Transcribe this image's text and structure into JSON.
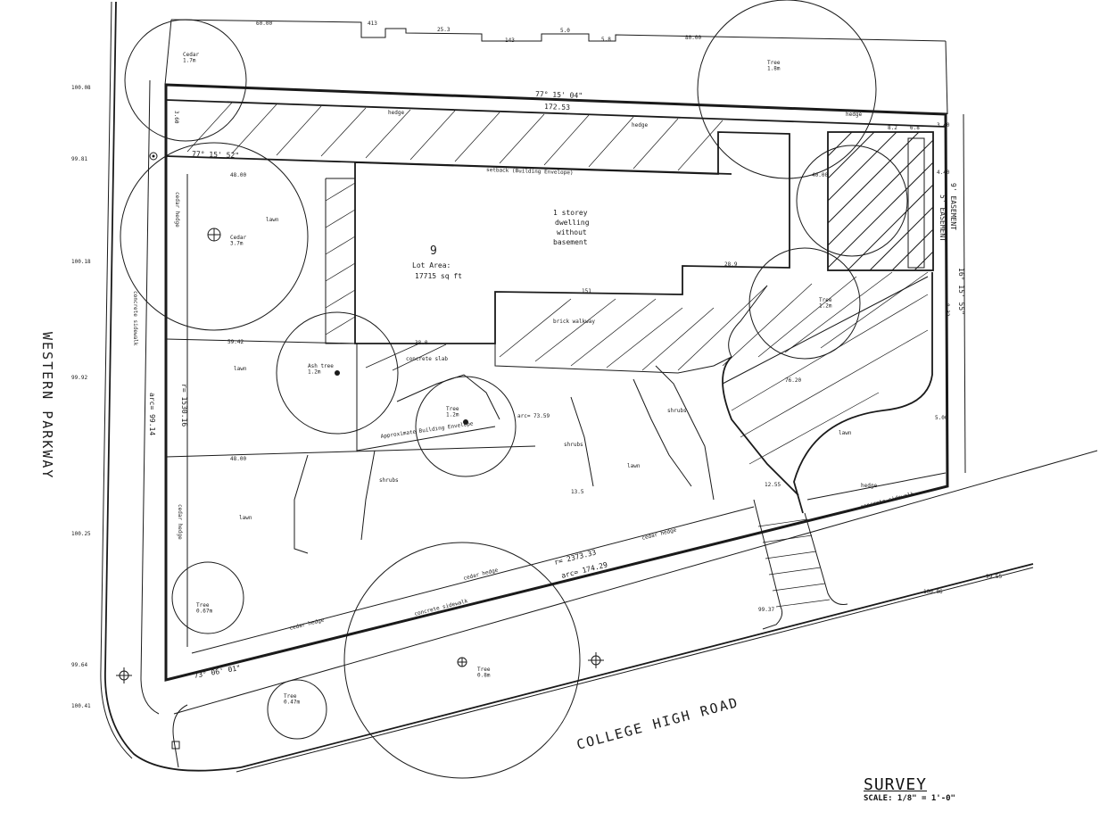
{
  "streets": {
    "west": "WESTERN PARKWAY",
    "south": "COLLEGE HIGH ROAD"
  },
  "title_block": {
    "title": "SURVEY",
    "scale": "SCALE: 1/8\" = 1'-0\""
  },
  "lot": {
    "number": "9",
    "area_label": "Lot Area:",
    "area_value": "17715 sq ft",
    "building_envelope": "Approximate Building Envelope",
    "envelope_note": "setback (Building Envelope)"
  },
  "dwelling": {
    "line1": "1 storey",
    "line2": "dwelling",
    "line3": "without",
    "line4": "basement"
  },
  "bearings": {
    "north": "77° 15' 04\"",
    "north_distance": "172.53",
    "inner": "77° 15' 52\"",
    "south": "73° 06' 01\"",
    "east": "16° 15' 55\""
  },
  "arcs": {
    "west_radius": "r= 1530.16",
    "west_arc": "arc= 99.14",
    "south_radius": "r= 2373.33",
    "south_arc": "arc= 174.29"
  },
  "easements": {
    "e1": "9' EASEMENT",
    "e2": "5' EASEMENT"
  },
  "trees": {
    "cedar_nw": "Cedar\n1.7m",
    "cedar_main": "Cedar\n3.7m",
    "tree_ne": "Tree\n1.8m",
    "ash_tree": "Ash tree\n1.2m",
    "tree_mid": "Tree\n1.2m",
    "tree_sw": "Tree\n0.67m",
    "tree_blvd": "Tree\n0.8m",
    "tree_small": "Tree\n0.47m",
    "tree_e": "Tree\n1.2m"
  },
  "features": {
    "hedge": "hedge",
    "cedar_hedge": "cedar hedge",
    "lawn": "lawn",
    "shrubs": "shrubs",
    "concrete_sidewalk": "concrete sidewalk",
    "brick_walkway": "brick walkway",
    "concrete_slab": "concrete slab",
    "setback_label": "setback"
  },
  "dims": {
    "d1": "413",
    "d2": "25.3",
    "d3": "143",
    "d4": "5.0",
    "d5": "5.8",
    "d6": "60.00",
    "d7": "80.00",
    "d8": "59.42",
    "d9": "48.00",
    "d10": "76.20",
    "d11": "40.00",
    "d12": "28.9",
    "d13": "38.0",
    "d14": "13.5",
    "d15": "8.32",
    "d16": "5.00",
    "d17": "151",
    "d18": "4.40",
    "d19": "3.40",
    "d20": "8.2",
    "d21": "6.8",
    "d22": "3.60",
    "d23": "12.55",
    "d24": "arc= 73.59"
  },
  "spot_elevations": [
    "100.08",
    "99.81",
    "100.18",
    "99.92",
    "100.25",
    "99.64",
    "100.41",
    "99.37",
    "100.06",
    "99.55"
  ]
}
